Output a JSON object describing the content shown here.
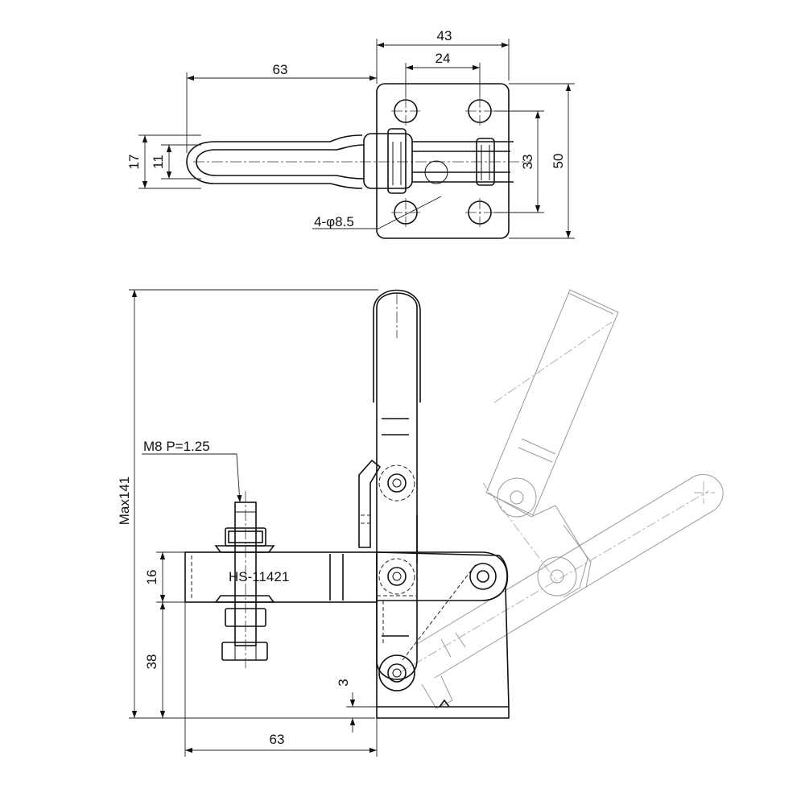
{
  "title": "",
  "model_label": "HS-11421",
  "thread_callout": "M8  P=1.25",
  "hole_callout": "4-φ8.5",
  "dimensions": {
    "top_width_43": "43",
    "top_hole_spacing_24": "24",
    "top_handle_length_63": "63",
    "top_handle_width_17": "17",
    "top_handle_inner_11": "11",
    "top_hole_vertical_33": "33",
    "top_height_50": "50",
    "side_max_height": "Max141",
    "side_arm_thickness_16": "16",
    "side_arm_height_38": "38",
    "side_clearance_3": "3",
    "side_reach_63": "63"
  }
}
